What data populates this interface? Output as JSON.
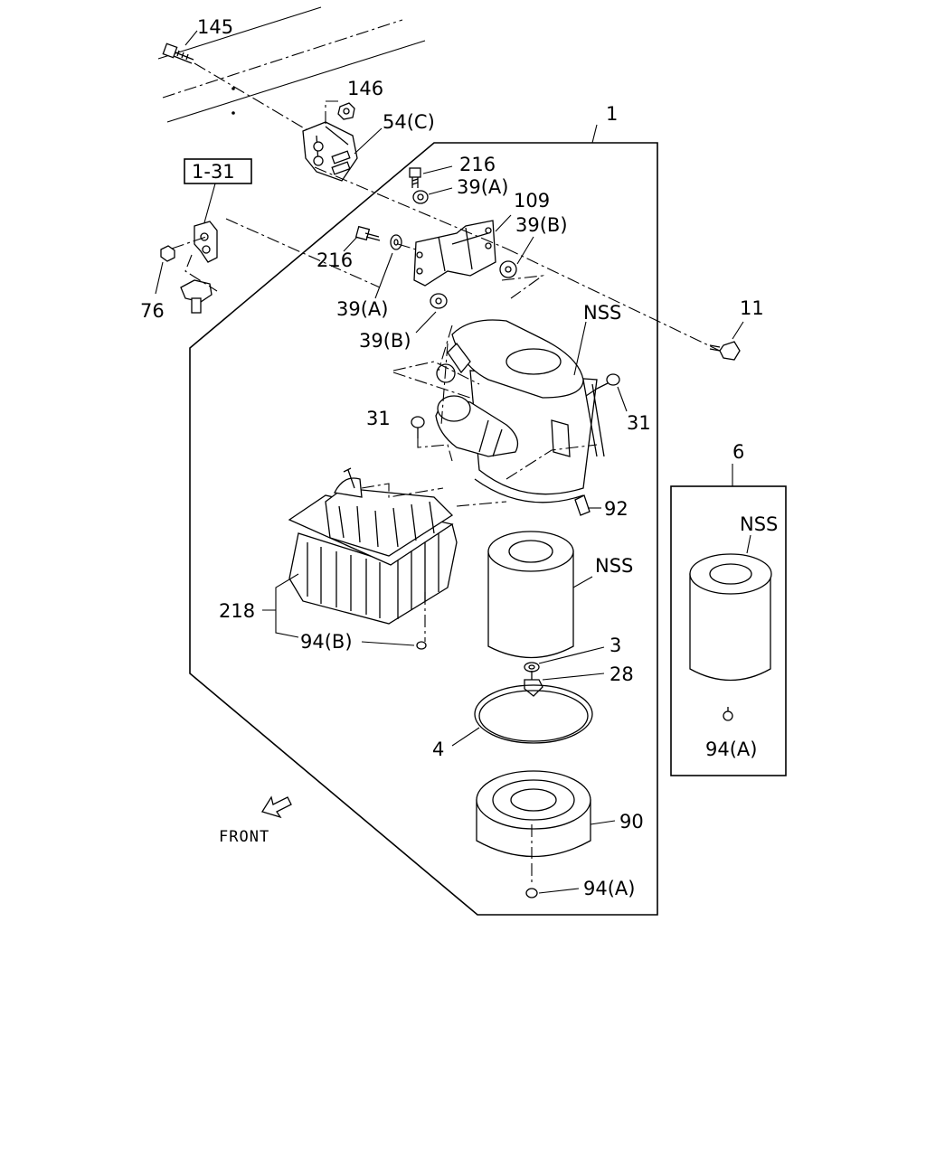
{
  "diagram": {
    "callouts": {
      "c145": "145",
      "c146": "146",
      "c54c": "54(C)",
      "c1": "1",
      "c131": "1-31",
      "c216a": "216",
      "c39a_top": "39(A)",
      "c109": "109",
      "c39b_top": "39(B)",
      "c216b": "216",
      "c76": "76",
      "c39a_bot": "39(A)",
      "c39b_bot": "39(B)",
      "c11": "11",
      "cnss_housing": "NSS",
      "c31_left": "31",
      "c31_right": "31",
      "c6": "6",
      "c92": "92",
      "cnss_element": "NSS",
      "cnss_inset": "NSS",
      "c218": "218",
      "c94b": "94(B)",
      "c3": "3",
      "c28": "28",
      "c4": "4",
      "c94a_inset": "94(A)",
      "c90": "90",
      "c94a_bottom": "94(A)"
    },
    "front_label": "FRONT"
  }
}
